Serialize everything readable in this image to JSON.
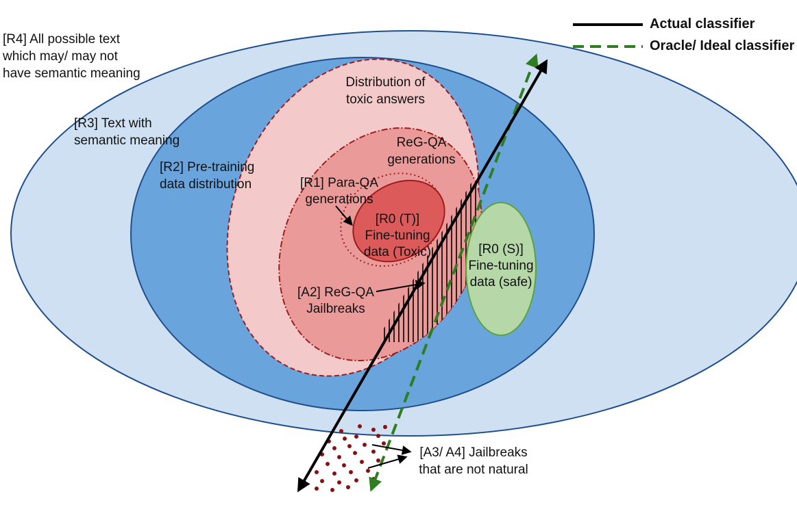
{
  "colors": {
    "r4_fill": "#cfe0f2",
    "r4_stroke": "#1f4e8c",
    "r3_fill": "#6aa4dc",
    "toxic_dist_fill": "#f4c9c9",
    "reg_qa_fill": "#eb9a9a",
    "toxic_core_fill": "#dc5a5a",
    "dashed_red": "#9c1c1c",
    "safe_fill": "#b6d7a8",
    "safe_stroke": "#5aa43a",
    "actual_classifier": "#000000",
    "oracle_classifier": "#2e7d1e",
    "dots": "#8b0f0f"
  },
  "legend": {
    "actual": "Actual classifier",
    "oracle": "Oracle/ Ideal classifier"
  },
  "labels": {
    "r4_line1": "[R4] All possible text",
    "r4_line2": "which may/ may not",
    "r4_line3": "have semantic meaning",
    "r3_line1": "[R3] Text with",
    "r3_line2": "semantic meaning",
    "r2_line1": "[R2] Pre-training",
    "r2_line2": "data distribution",
    "toxic_line1": "Distribution of",
    "toxic_line2": "toxic answers",
    "regqa_line1": "ReG-QA",
    "regqa_line2": "generations",
    "r1_line1": "[R1] Para-QA",
    "r1_line2": "generations",
    "r0t_line1": "[R0 (T)]",
    "r0t_line2": "Fine-tuning",
    "r0t_line3": "data (Toxic)",
    "r0s_line1": "[R0 (S)]",
    "r0s_line2": "Fine-tuning",
    "r0s_line3": "data (safe)",
    "a2_line1": "[A2] ReG-QA",
    "a2_line2": "Jailbreaks",
    "a34_line1": "[A3/ A4] Jailbreaks",
    "a34_line2": "that are not natural"
  }
}
